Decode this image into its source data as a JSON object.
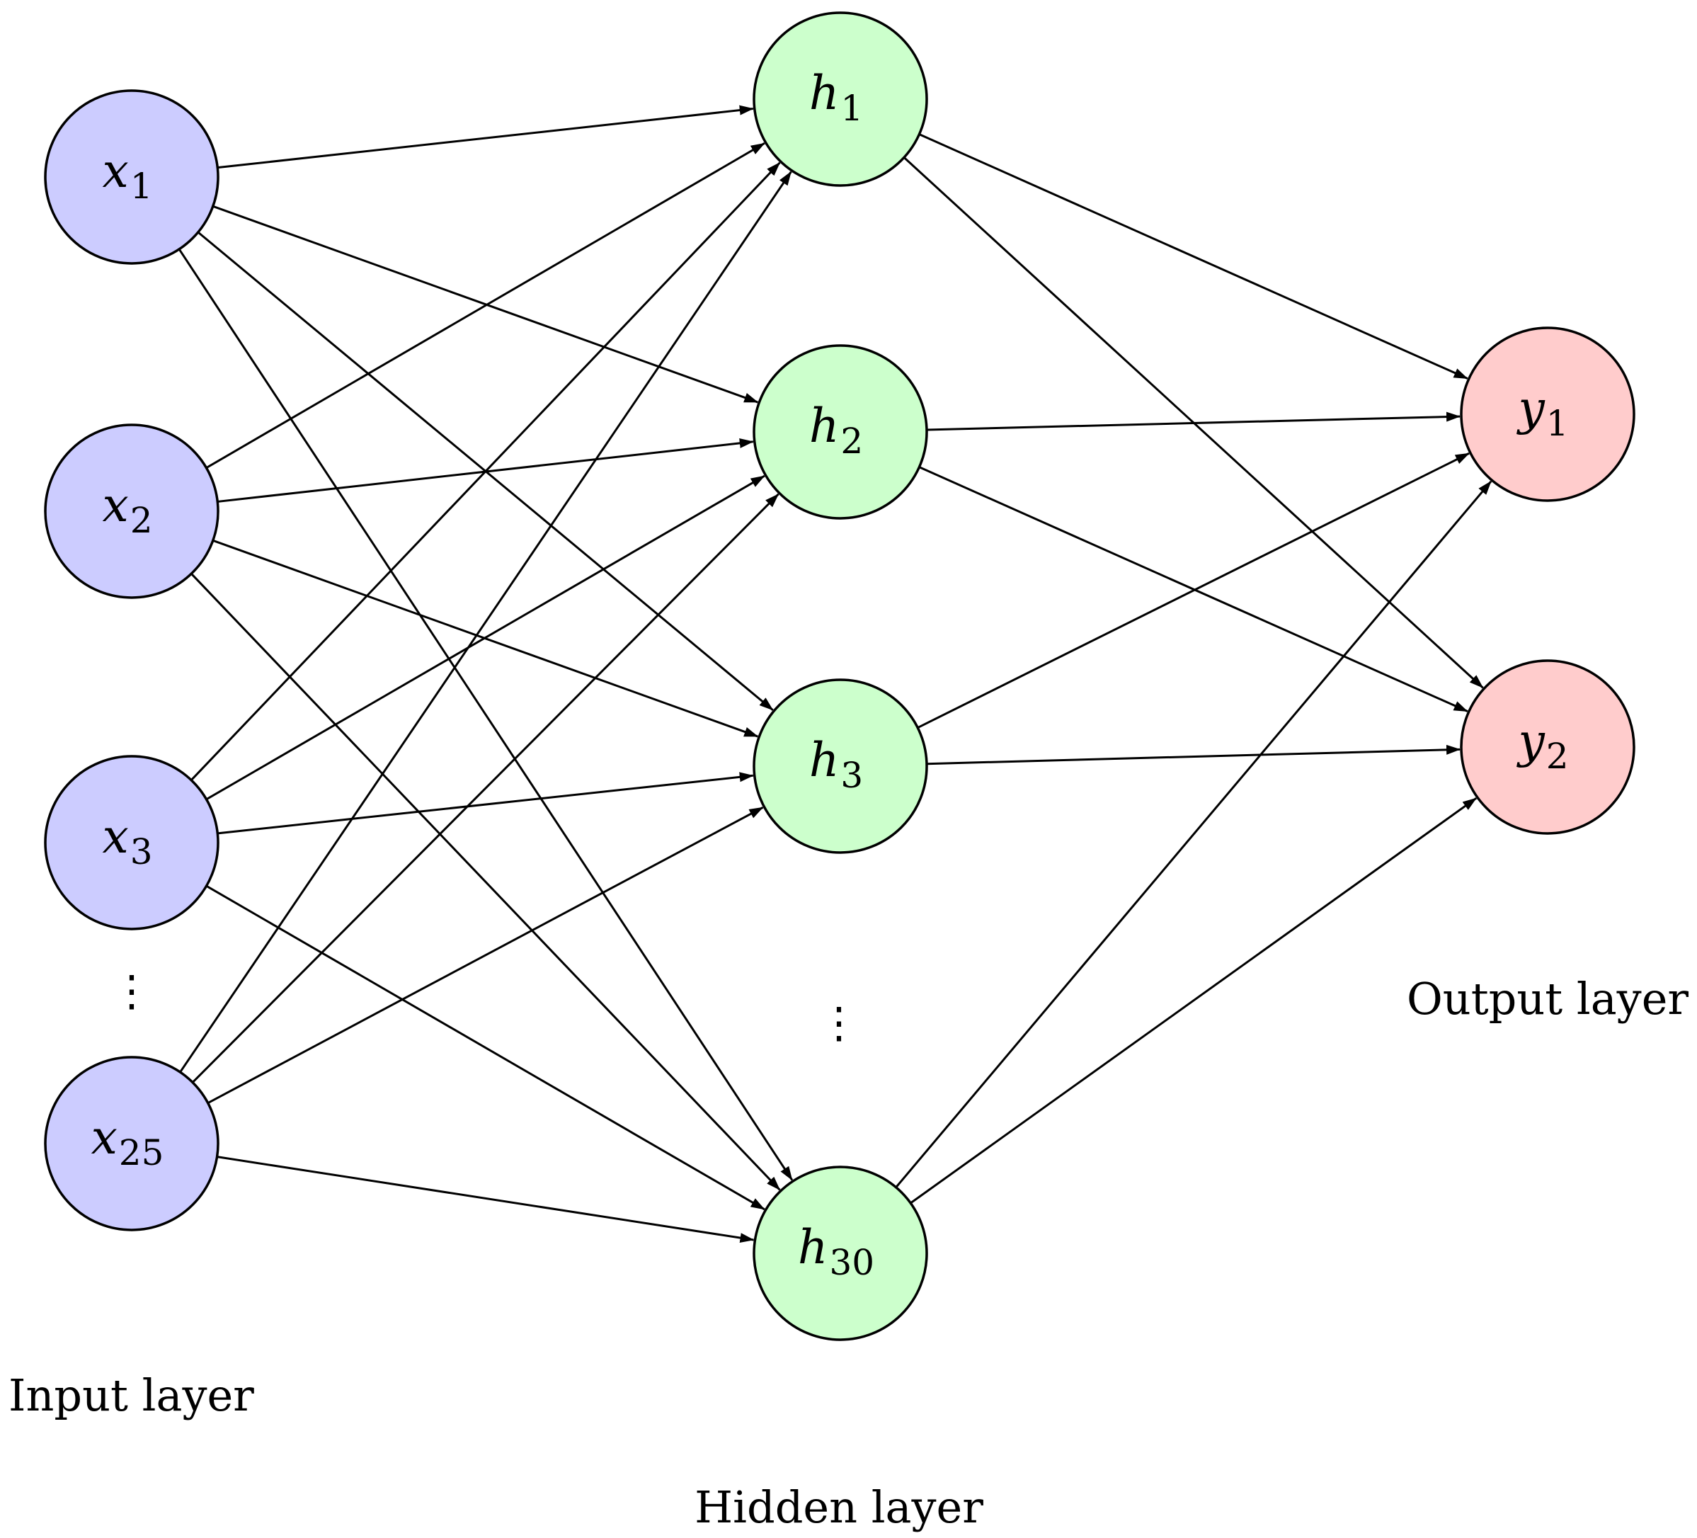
{
  "colors": {
    "input": "#CCCCFF",
    "hidden": "#CCFFCC",
    "output": "#FFCCCC",
    "stroke": "#000000"
  },
  "layers": {
    "input": {
      "label": "Input layer",
      "nodes": [
        {
          "id": "x1",
          "base": "x",
          "sub": "1"
        },
        {
          "id": "x2",
          "base": "x",
          "sub": "2"
        },
        {
          "id": "x3",
          "base": "x",
          "sub": "3"
        },
        {
          "id": "x25",
          "base": "x",
          "sub": "25"
        }
      ],
      "ellipsis": "⋮"
    },
    "hidden": {
      "label": "Hidden layer",
      "nodes": [
        {
          "id": "h1",
          "base": "h",
          "sub": "1"
        },
        {
          "id": "h2",
          "base": "h",
          "sub": "2"
        },
        {
          "id": "h3",
          "base": "h",
          "sub": "3"
        },
        {
          "id": "h30",
          "base": "h",
          "sub": "30"
        }
      ],
      "ellipsis": "⋮"
    },
    "output": {
      "label": "Output layer",
      "nodes": [
        {
          "id": "y1",
          "base": "y",
          "sub": "1"
        },
        {
          "id": "y2",
          "base": "y",
          "sub": "2"
        }
      ]
    }
  },
  "edges": [
    [
      "x1",
      "h1"
    ],
    [
      "x1",
      "h2"
    ],
    [
      "x1",
      "h3"
    ],
    [
      "x1",
      "h30"
    ],
    [
      "x2",
      "h1"
    ],
    [
      "x2",
      "h2"
    ],
    [
      "x2",
      "h3"
    ],
    [
      "x2",
      "h30"
    ],
    [
      "x3",
      "h1"
    ],
    [
      "x3",
      "h2"
    ],
    [
      "x3",
      "h3"
    ],
    [
      "x3",
      "h30"
    ],
    [
      "x25",
      "h1"
    ],
    [
      "x25",
      "h2"
    ],
    [
      "x25",
      "h3"
    ],
    [
      "x25",
      "h30"
    ],
    [
      "h1",
      "y1"
    ],
    [
      "h1",
      "y2"
    ],
    [
      "h2",
      "y1"
    ],
    [
      "h2",
      "y2"
    ],
    [
      "h3",
      "y1"
    ],
    [
      "h3",
      "y2"
    ],
    [
      "h30",
      "y1"
    ],
    [
      "h30",
      "y2"
    ]
  ]
}
